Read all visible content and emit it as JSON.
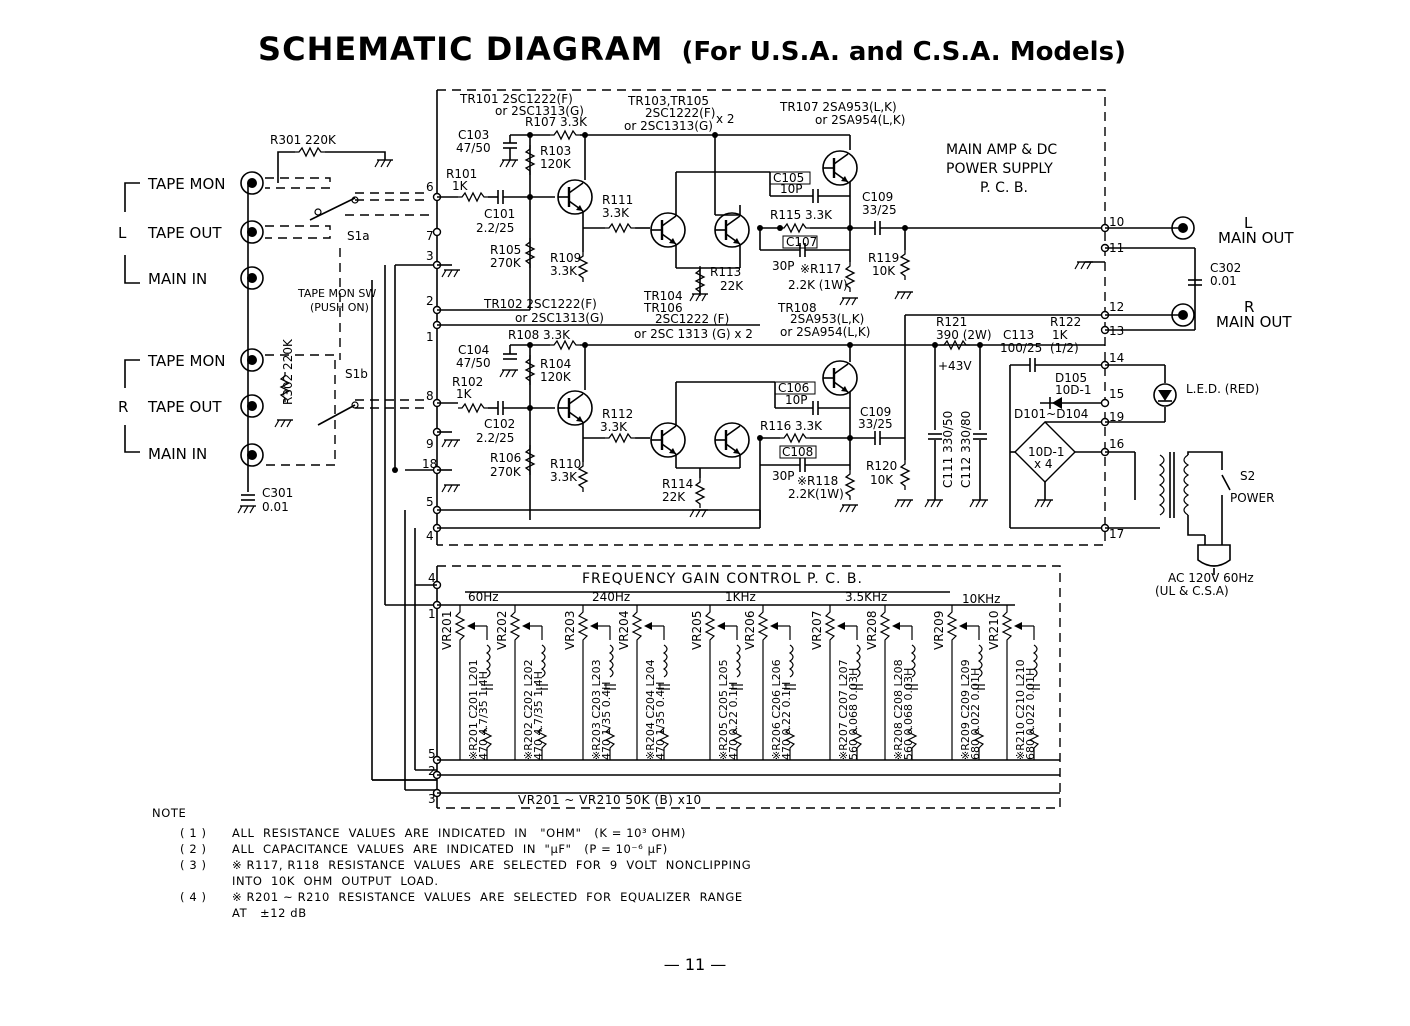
{
  "title": {
    "main": "SCHEMATIC  DIAGRAM",
    "sub": "(For U.S.A. and C.S.A. Models)"
  },
  "input_section": {
    "left": {
      "channel": "L",
      "jacks": [
        "TAPE MON",
        "TAPE OUT",
        "MAIN IN"
      ]
    },
    "right": {
      "channel": "R",
      "jacks": [
        "TAPE MON",
        "TAPE OUT",
        "MAIN IN"
      ]
    },
    "r301": "R301 220K",
    "r302": "R302 220K",
    "c301": [
      "C301",
      "0.01"
    ],
    "switch": [
      "TAPE MON SW",
      "(PUSH ON)"
    ],
    "s1a": "S1a",
    "s1b": "S1b"
  },
  "main_amp": {
    "board_title": [
      "MAIN AMP & DC",
      "POWER SUPPLY",
      "P. C. B."
    ],
    "tr101": [
      "TR101  2SC1222(F)",
      "or 2SC1313(G)"
    ],
    "tr103": [
      "TR103,TR105",
      "2SC1222(F)",
      "or 2SC1313(G)",
      "x 2"
    ],
    "tr107": [
      "TR107  2SA953(L,K)",
      "or 2SA954(L,K)"
    ],
    "tr102": [
      "TR102  2SC1222(F)",
      "or 2SC1313(G)"
    ],
    "tr104": [
      "TR104",
      "TR106",
      "2SC1222 (F)",
      "or 2SC 1313 (G) x 2"
    ],
    "tr108": [
      "TR108",
      "2SA953(L,K)",
      "or 2SA954(L,K)"
    ],
    "upper": {
      "r107": "R107  3.3K",
      "c103": [
        "C103",
        "47/50"
      ],
      "r103": [
        "R103",
        "120K"
      ],
      "r101": [
        "R101",
        "1K"
      ],
      "c101": [
        "C101",
        "2.2/25"
      ],
      "r105": [
        "R105",
        "270K"
      ],
      "r109": [
        "R109",
        "3.3K"
      ],
      "r111": [
        "R111",
        "3.3K"
      ],
      "r113": [
        "R113",
        "22K"
      ],
      "c105": [
        "C105",
        "10P"
      ],
      "r115": "R115  3.3K",
      "c107": "C107",
      "r117": [
        "30P",
        "※R117",
        "2.2K (1W)"
      ],
      "c109": [
        "C109",
        "33/25"
      ],
      "r119": [
        "R119",
        "10K"
      ]
    },
    "lower": {
      "r108": "R108  3.3K",
      "c104": [
        "C104",
        "47/50"
      ],
      "r104": [
        "R104",
        "120K"
      ],
      "r102": [
        "R102",
        "1K"
      ],
      "c102": [
        "C102",
        "2.2/25"
      ],
      "r106": [
        "R106",
        "270K"
      ],
      "r110": [
        "R110",
        "3.3K"
      ],
      "r112": [
        "R112",
        "3.3K"
      ],
      "r114": [
        "R114",
        "22K"
      ],
      "c106": [
        "C106",
        "10P"
      ],
      "r116": "R116  3.3K",
      "c108": "C108",
      "r118": [
        "30P",
        "※R118",
        "2.2K(1W)"
      ],
      "c110": [
        "C109",
        "33/25"
      ],
      "r120": [
        "R120",
        "10K"
      ]
    },
    "supply": {
      "r121": [
        "R121",
        "390 (2W)"
      ],
      "v43": "+43V",
      "c113": [
        "C113",
        "100/25"
      ],
      "r122": [
        "R122",
        "1K",
        "(1/2)"
      ],
      "d105": [
        "D105",
        "10D-1"
      ],
      "bridge": [
        "D101~D104",
        "10D-1",
        "x 4"
      ],
      "c111": "C111  330/50",
      "c112": "C112  330/80"
    },
    "pins_left": [
      "6",
      "7",
      "3",
      "2",
      "1",
      "8",
      "9",
      "18",
      "5",
      "4"
    ],
    "pins_right": [
      "10",
      "11",
      "12",
      "13",
      "14",
      "15",
      "19",
      "16",
      "17"
    ]
  },
  "outputs": {
    "l_out": [
      "L",
      "MAIN OUT"
    ],
    "r_out": [
      "R",
      "MAIN OUT"
    ],
    "c302": [
      "C302",
      "0.01"
    ],
    "led": "L.E.D. (RED)",
    "s2": [
      "S2",
      "POWER"
    ],
    "ac": [
      "AC 120V 60Hz",
      "(UL & C.S.A)"
    ]
  },
  "eq": {
    "board_title": "FREQUENCY  GAIN  CONTROL  P. C. B.",
    "bands": [
      "60Hz",
      "240Hz",
      "1KHz",
      "3.5KHz",
      "10KHz"
    ],
    "pins": [
      "4",
      "1",
      "5",
      "2",
      "3"
    ],
    "sections": [
      {
        "vr": "VR201",
        "r": "※R201",
        "rv": "470",
        "c": "C201",
        "cv": "4.7/35",
        "l": "L201",
        "lv": "1.4H"
      },
      {
        "vr": "VR202",
        "r": "※R202",
        "rv": "470",
        "c": "C202",
        "cv": "4.7/35",
        "l": "L202",
        "lv": "1.4H"
      },
      {
        "vr": "VR203",
        "r": "※R203",
        "rv": "470",
        "c": "C203",
        "cv": "1/35",
        "l": "L203",
        "lv": "0.4H"
      },
      {
        "vr": "VR204",
        "r": "※R204",
        "rv": "470",
        "c": "C204",
        "cv": "1/35",
        "l": "L204",
        "lv": "0.4H"
      },
      {
        "vr": "VR205",
        "r": "※R205",
        "rv": "470",
        "c": "C205",
        "cv": "0.22",
        "l": "L205",
        "lv": "0.1H"
      },
      {
        "vr": "VR206",
        "r": "※R206",
        "rv": "470",
        "c": "C206",
        "cv": "0.22",
        "l": "L206",
        "lv": "0.1H"
      },
      {
        "vr": "VR207",
        "r": "※R207",
        "rv": "560",
        "c": "C207",
        "cv": "0.068",
        "l": "L207",
        "lv": "0.03H"
      },
      {
        "vr": "VR208",
        "r": "※R208",
        "rv": "560",
        "c": "C208",
        "cv": "0.068",
        "l": "L208",
        "lv": "0.03H"
      },
      {
        "vr": "VR209",
        "r": "※R209",
        "rv": "680",
        "c": "C209",
        "cv": "0.022",
        "l": "L209",
        "lv": "0.01H"
      },
      {
        "vr": "VR210",
        "r": "※R210",
        "rv": "680",
        "c": "C210",
        "cv": "0.022",
        "l": "L210",
        "lv": "0.01H"
      }
    ],
    "footer": "VR201 ~ VR210   50K (B)   x10"
  },
  "notes": {
    "heading": "NOTE",
    "items": [
      {
        "num": "( 1 )",
        "text": "ALL  RESISTANCE  VALUES  ARE  INDICATED  IN   \"OHM\"   (K = 10³ OHM)"
      },
      {
        "num": "( 2 )",
        "text": "ALL  CAPACITANCE  VALUES  ARE  INDICATED  IN  \"µF\"   (P = 10⁻⁶ µF)"
      },
      {
        "num": "( 3 )",
        "text": "※ R117, R118  RESISTANCE  VALUES  ARE  SELECTED  FOR  9  VOLT  NONCLIPPING"
      },
      {
        "num": "",
        "text": "INTO  10K  OHM  OUTPUT  LOAD."
      },
      {
        "num": "( 4 )",
        "text": "※ R201 ~ R210  RESISTANCE  VALUES  ARE  SELECTED  FOR  EQUALIZER  RANGE"
      },
      {
        "num": "",
        "text": "AT   ±12 dB"
      }
    ]
  },
  "page_number": "— 11 —"
}
